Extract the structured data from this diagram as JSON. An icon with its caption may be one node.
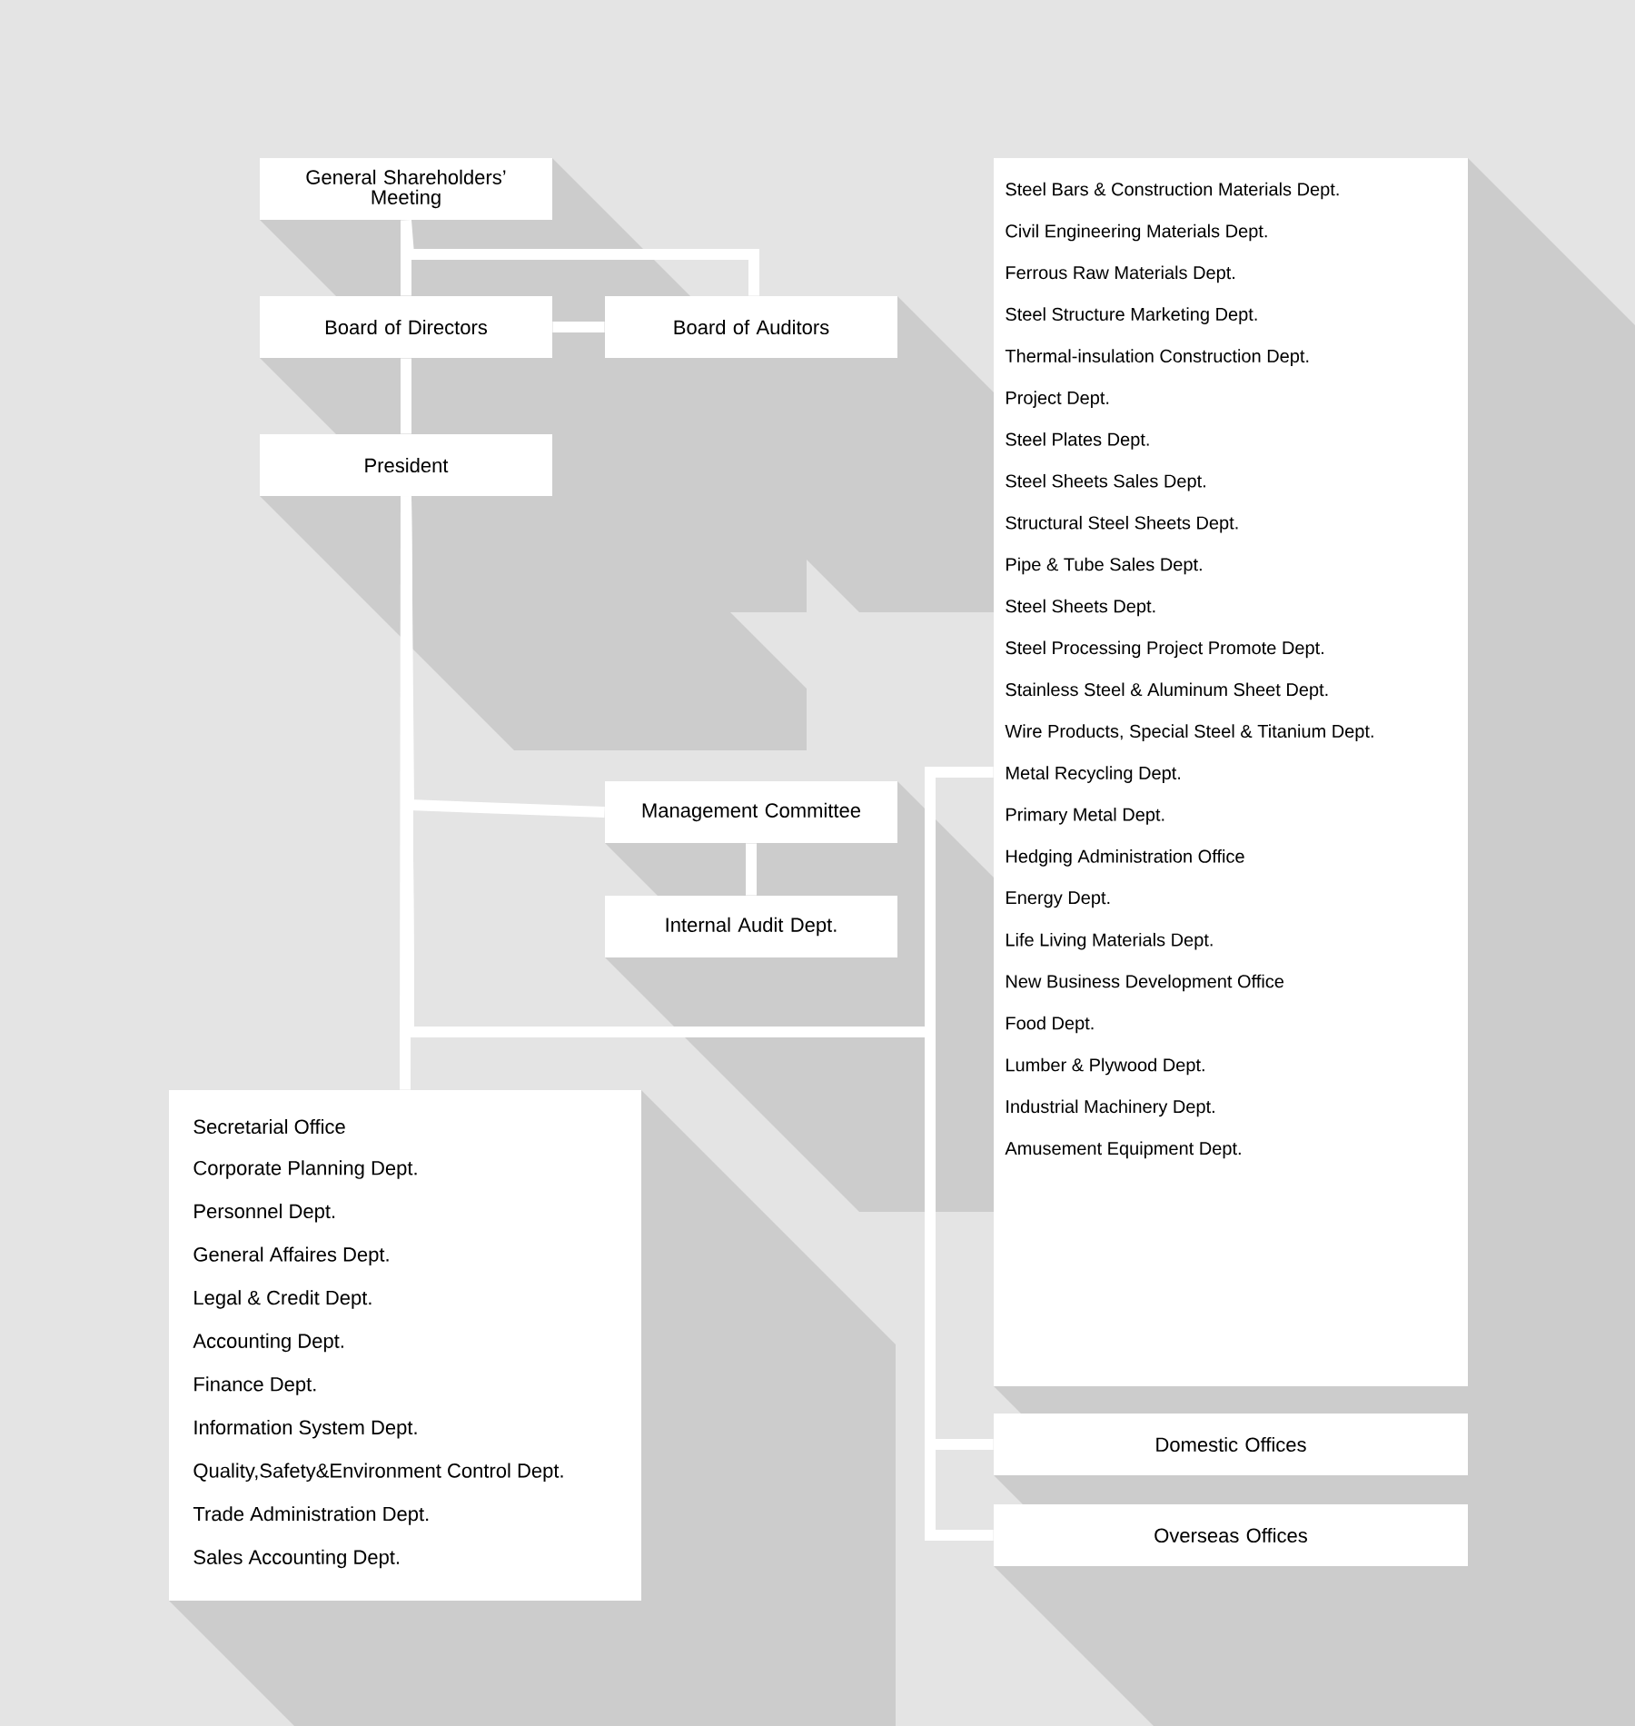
{
  "diagram": {
    "nodes": [
      {
        "text": [
          "General Shareholders’ Meeting"
        ]
      },
      {
        "text": [
          "Board of Directors"
        ]
      },
      {
        "text": [
          "Board of Auditors"
        ]
      },
      {
        "text": [
          "President"
        ]
      },
      {
        "text": [
          "Management Committee"
        ]
      },
      {
        "text": [
          "Internal Audit Dept."
        ]
      },
      {
        "text": [
          "Steel Bars & Construction Materials Dept.",
          "Civil Engineering Materials Dept.",
          "Ferrous Raw Materials Dept.",
          "Steel Structure Marketing Dept.",
          "Thermal-insulation Construction Dept.",
          "Project Dept.",
          "Steel Plates Dept.",
          "Steel Sheets Sales Dept.",
          "Structural Steel Sheets Dept.",
          "Pipe & Tube Sales Dept.",
          "Steel Sheets Dept.",
          "Steel Processing Project Promote Dept.",
          "Stainless Steel & Aluminum Sheet Dept.",
          "Wire Products, Special Steel & Titanium Dept.",
          "Metal Recycling Dept.",
          "Primary Metal Dept.",
          "Hedging Administration Office",
          "Energy Dept.",
          "Life Living Materials Dept.",
          "New Business Development Office",
          "Food Dept.",
          "Lumber & Plywood Dept.",
          "Industrial Machinery Dept.",
          "Amusement Equipment Dept."
        ]
      },
      {
        "text": [
          "Domestic Offices"
        ]
      },
      {
        "text": [
          "Overseas Offices"
        ]
      },
      {
        "text": [
          "Secretarial Office",
          "Corporate Planning Dept.",
          "Personnel Dept.",
          "General Affaires Dept.",
          "Legal & Credit Dept.",
          "Accounting Dept.",
          "Finance Dept.",
          "Information System Dept.",
          "Quality,Safety&Environment Control Dept.",
          "Trade Administration Dept.",
          "Sales Accounting Dept."
        ]
      }
    ],
    "edges": [
      {
        "from": 0,
        "to": 1,
        "arrow": "none"
      },
      {
        "from": 0,
        "to": 2,
        "arrow": "none"
      },
      {
        "from": 1,
        "to": 2,
        "arrow": "none"
      },
      {
        "from": 1,
        "to": 3,
        "arrow": "none"
      },
      {
        "from": 3,
        "to": 4,
        "arrow": "none"
      },
      {
        "from": 4,
        "to": 5,
        "arrow": "none"
      },
      {
        "from": 3,
        "to": 9,
        "arrow": "none"
      },
      {
        "from": 3,
        "to": 6,
        "arrow": "none"
      },
      {
        "from": 3,
        "to": 7,
        "arrow": "none"
      },
      {
        "from": 3,
        "to": 8,
        "arrow": "none"
      }
    ]
  }
}
